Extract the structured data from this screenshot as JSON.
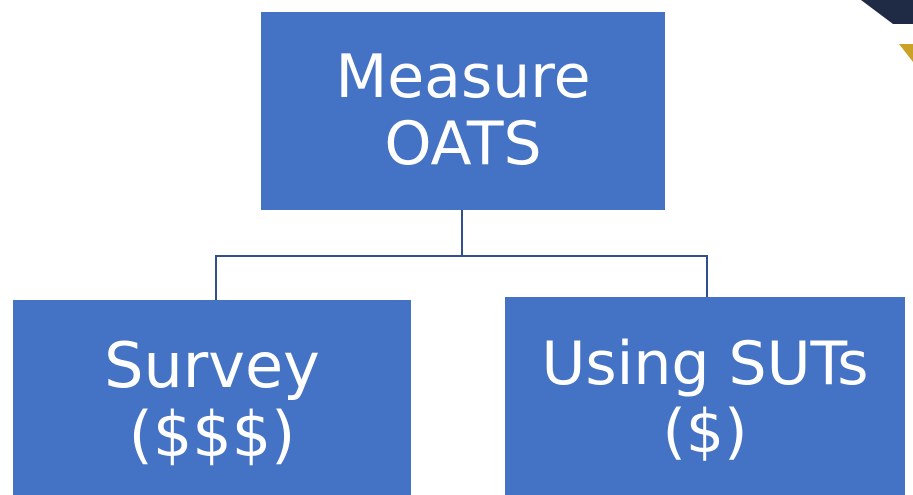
{
  "diagram": {
    "root": {
      "lines": [
        "Measure",
        "OATS"
      ]
    },
    "children": [
      {
        "lines": [
          "Survey",
          "($$$)"
        ]
      },
      {
        "lines": [
          "Using SUTs",
          "($)"
        ]
      }
    ]
  },
  "colors": {
    "node_fill": "#4472C4",
    "node_text": "#FFFFFF",
    "connector": "#2F4F8F",
    "corner_dark": "#1F2A44",
    "corner_gold": "#C9A227"
  }
}
